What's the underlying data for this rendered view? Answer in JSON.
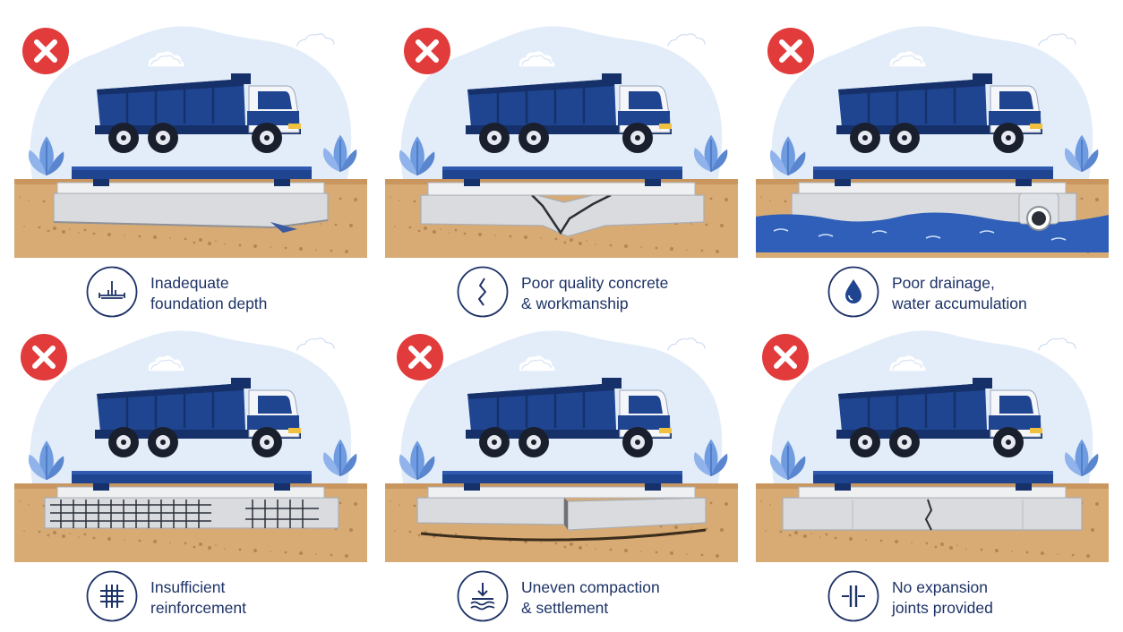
{
  "colors": {
    "truck_blue": "#1f4591",
    "truck_dark": "#16306a",
    "cab_white": "#f4f6fa",
    "sky": "#e3edf9",
    "soil": "#d8aa74",
    "concrete": "#d9dbde",
    "water": "#2f5fb8",
    "error_red": "#e23b3b",
    "text_navy": "#1d3266"
  },
  "panels": [
    {
      "id": "foundation-depth",
      "defect": "tilted-slab",
      "status_icon": "error-x-icon",
      "caption_icon": "foundation-depth-icon",
      "caption": [
        "Inadequate",
        "foundation depth"
      ]
    },
    {
      "id": "concrete-quality",
      "defect": "cracked-slab",
      "status_icon": "error-x-icon",
      "caption_icon": "crack-line-icon",
      "caption": [
        "Poor quality concrete",
        "& workmanship"
      ]
    },
    {
      "id": "drainage",
      "defect": "water-pooling",
      "status_icon": "error-x-icon",
      "caption_icon": "water-drop-icon",
      "caption": [
        "Poor drainage,",
        "water accumulation"
      ]
    },
    {
      "id": "reinforcement",
      "defect": "exposed-rebar",
      "status_icon": "error-x-icon",
      "caption_icon": "rebar-grid-icon",
      "caption": [
        "Insufficient",
        "reinforcement"
      ]
    },
    {
      "id": "compaction",
      "defect": "settled-slab",
      "status_icon": "error-x-icon",
      "caption_icon": "settlement-arrow-icon",
      "caption": [
        "Uneven compaction",
        "& settlement"
      ]
    },
    {
      "id": "expansion-joints",
      "defect": "slab-without-joints",
      "status_icon": "error-x-icon",
      "caption_icon": "expansion-joint-icon",
      "caption": [
        "No expansion",
        "joints provided"
      ]
    }
  ]
}
